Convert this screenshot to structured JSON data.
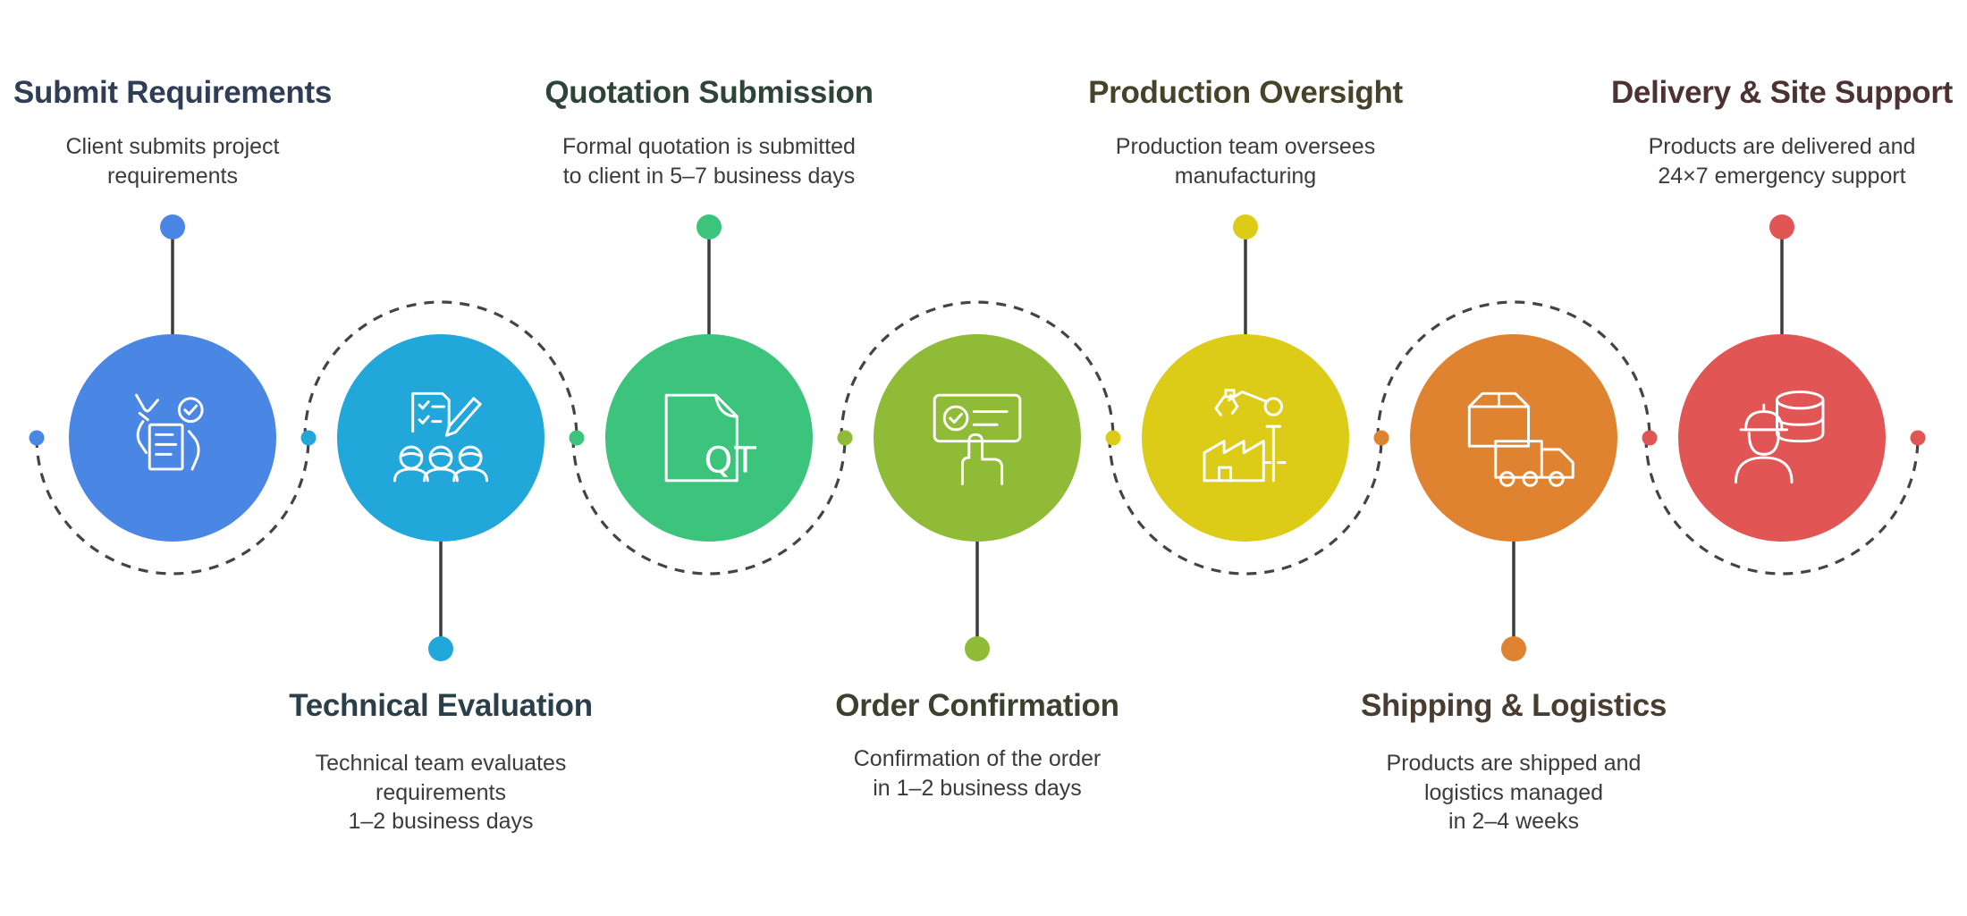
{
  "steps": [
    {
      "title": "Submit Requirements",
      "description": [
        "Client submits project",
        "requirements"
      ],
      "color": "#4a86e3",
      "title_color": "#2f3e55",
      "position": "top",
      "icon": "requirements-checklist-icon"
    },
    {
      "title": "Technical Evaluation",
      "description": [
        "Technical team evaluates",
        "requirements",
        "1–2 business days"
      ],
      "color": "#22a7da",
      "title_color": "#2b3f4a",
      "position": "bottom",
      "icon": "team-evaluation-icon"
    },
    {
      "title": "Quotation Submission",
      "description": [
        "Formal quotation is submitted",
        "to client in 5–7 business days"
      ],
      "color": "#3cc47c",
      "title_color": "#2e4339",
      "position": "top",
      "icon": "quotation-document-icon",
      "icon_text": "QT"
    },
    {
      "title": "Order Confirmation",
      "description": [
        "Confirmation of the order",
        "in 1–2 business days"
      ],
      "color": "#8fbb36",
      "title_color": "#3a412c",
      "position": "bottom",
      "icon": "order-confirm-touch-icon"
    },
    {
      "title": "Production Oversight",
      "description": [
        "Production team oversees",
        "manufacturing"
      ],
      "color": "#dccb17",
      "title_color": "#47432a",
      "position": "top",
      "icon": "factory-robot-arm-icon"
    },
    {
      "title": "Shipping & Logistics",
      "description": [
        "Products are shipped and",
        "logistics managed",
        "in 2–4 weeks"
      ],
      "color": "#df8331",
      "title_color": "#493c30",
      "position": "bottom",
      "icon": "shipping-truck-box-icon"
    },
    {
      "title": "Delivery & Site Support",
      "description": [
        "Products are delivered and",
        "24×7 emergency support"
      ],
      "color": "#e25555",
      "title_color": "#4c3232",
      "position": "top",
      "icon": "support-engineer-database-icon"
    }
  ]
}
